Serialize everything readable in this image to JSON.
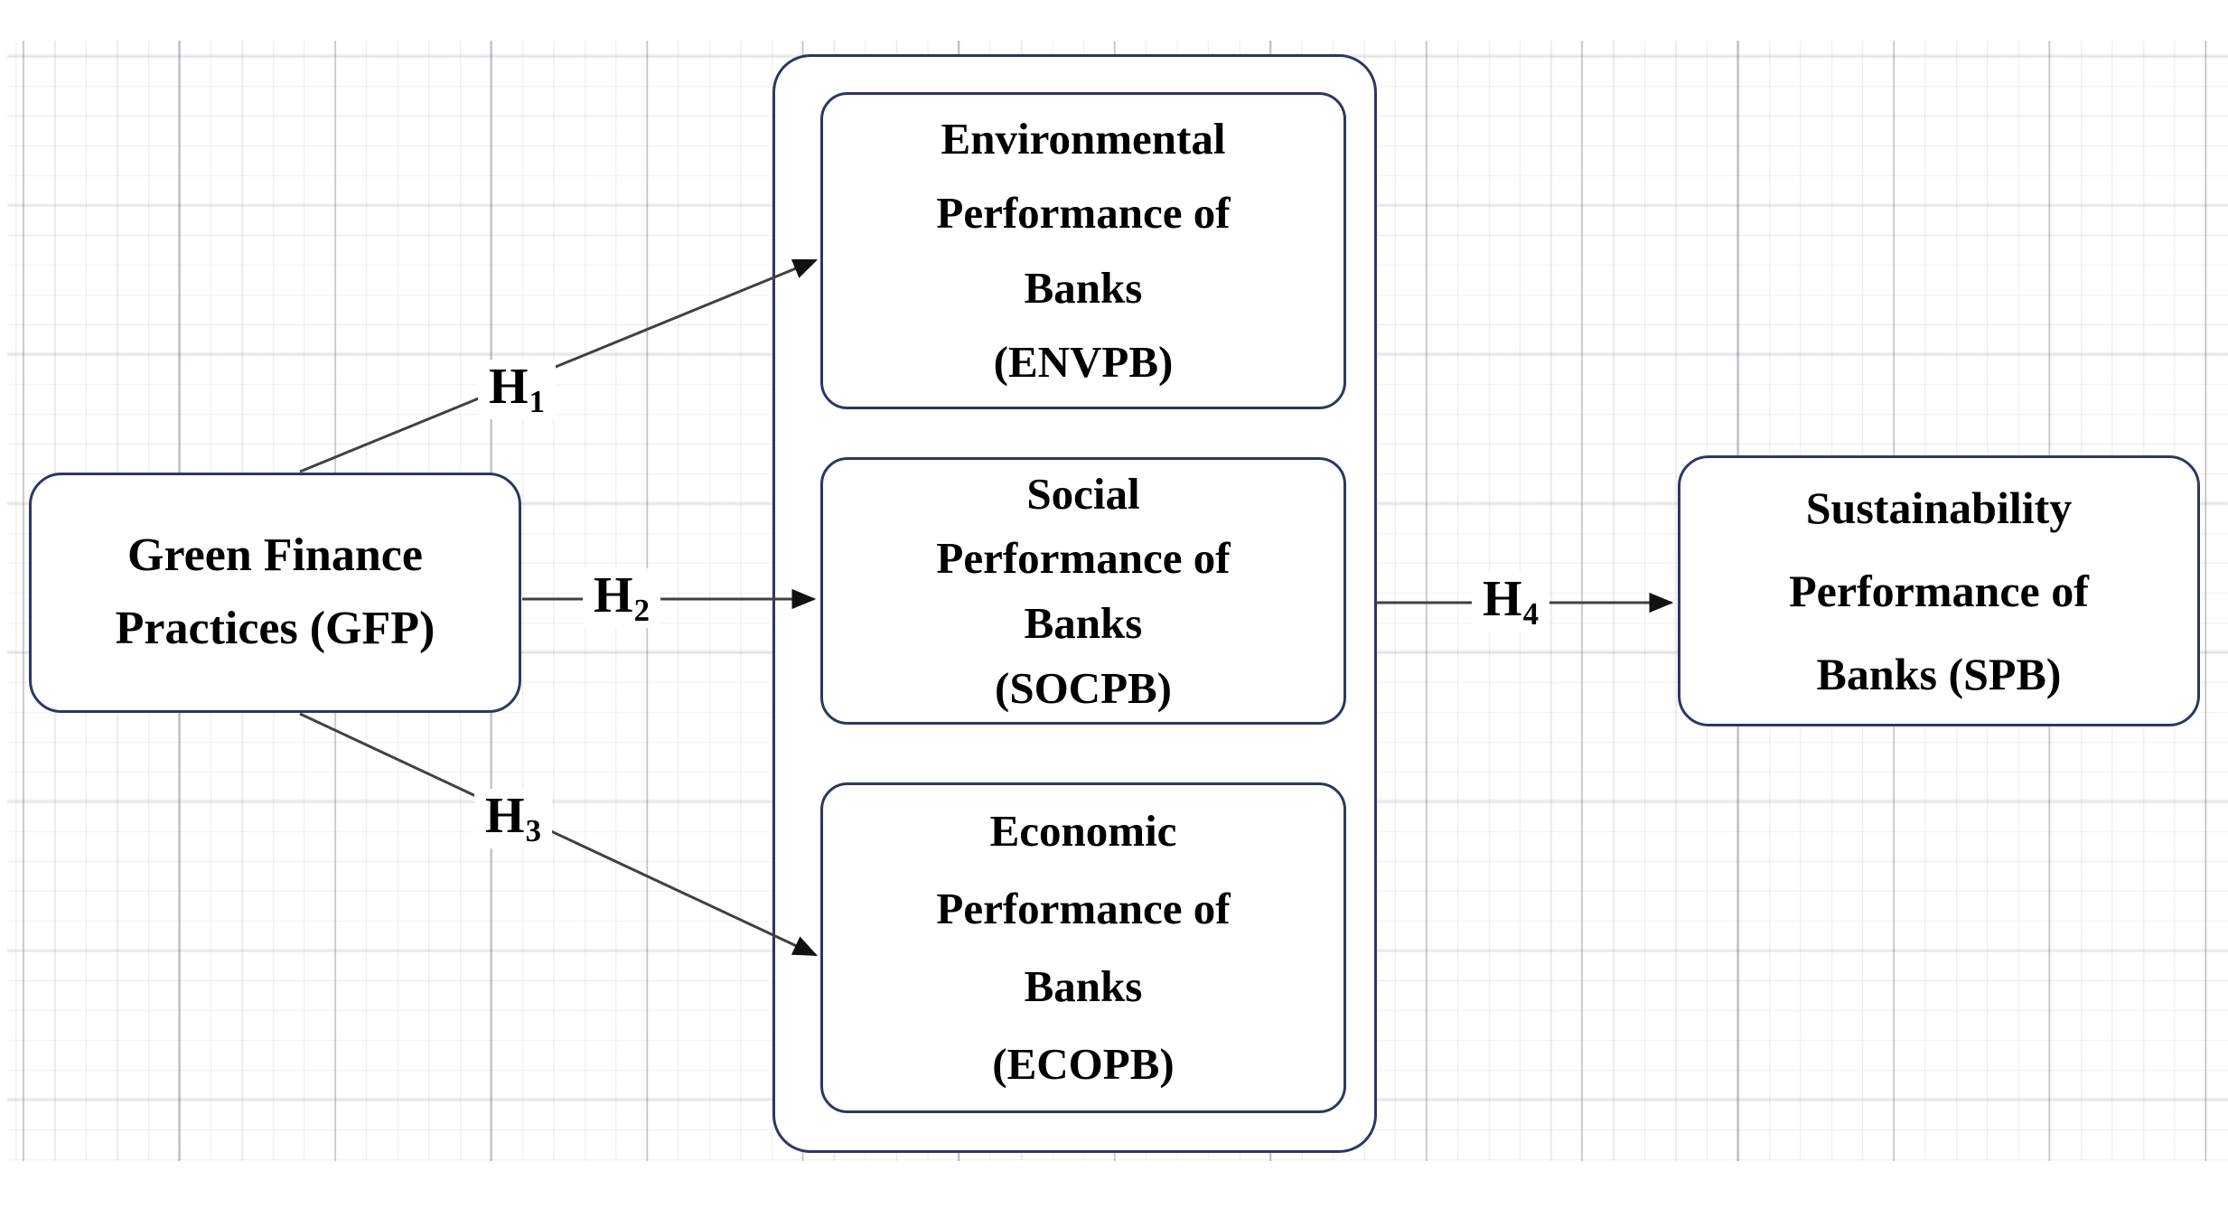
{
  "diagram": {
    "title": "Green finance practices and sustainability performance of banks conceptual model",
    "nodes": {
      "gfp": {
        "name": "Green Finance Practices (GFP)",
        "lines": [
          "Green Finance",
          "Practices (GFP)"
        ]
      },
      "envpb": {
        "name": "Environmental Performance of Banks (ENVPB)",
        "lines": [
          "Environmental",
          "Performance of",
          "Banks",
          "(ENVPB)"
        ]
      },
      "socpb": {
        "name": "Social Performance of Banks (SOCPB)",
        "lines": [
          "Social",
          "Performance of",
          "Banks",
          "(SOCPB)"
        ]
      },
      "ecopb": {
        "name": "Economic Performance of Banks (ECOPB)",
        "lines": [
          "Economic",
          "Performance of",
          "Banks",
          "(ECOPB)"
        ]
      },
      "spb": {
        "name": "Sustainability Performance of Banks (SPB)",
        "lines": [
          "Sustainability",
          "Performance of",
          "Banks (SPB)"
        ]
      }
    },
    "hypotheses": [
      {
        "id": "H1",
        "base": "H",
        "sub": "1",
        "from": "gfp",
        "to": "envpb"
      },
      {
        "id": "H2",
        "base": "H",
        "sub": "2",
        "from": "gfp",
        "to": "socpb"
      },
      {
        "id": "H3",
        "base": "H",
        "sub": "3",
        "from": "gfp",
        "to": "ecopb"
      },
      {
        "id": "H4",
        "base": "H",
        "sub": "4",
        "from": "mediators",
        "to": "spb"
      }
    ],
    "colors": {
      "box_border": "#2e3760",
      "arrow": "#414141",
      "arrowhead": "#111111",
      "text": "#000000",
      "background": "#ffffff"
    }
  }
}
